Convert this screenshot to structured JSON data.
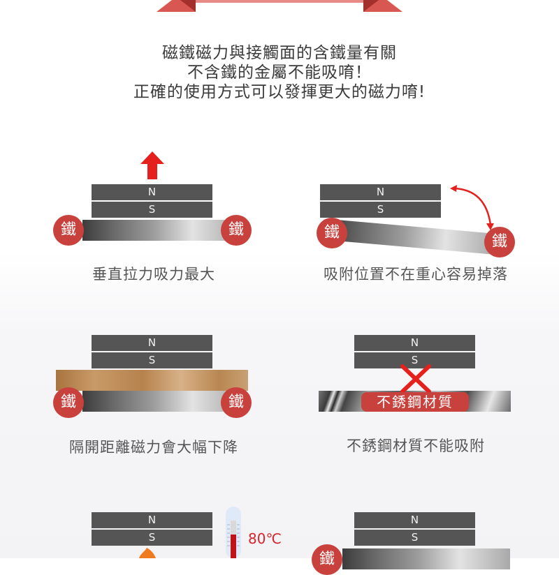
{
  "header": {
    "lines": [
      "磁鐵磁力與接觸面的含鐵量有關",
      "不含鐵的金屬不能吸唷！",
      "正確的使用方式可以發揮更大的磁力唷!"
    ]
  },
  "poles": {
    "north": "N",
    "south": "S"
  },
  "iron_label": "鐵",
  "panels": [
    {
      "caption": "垂直拉力吸力最大"
    },
    {
      "caption": "吸附位置不在重心容易掉落"
    },
    {
      "caption": "隔開距離磁力會大幅下降"
    },
    {
      "caption": "不銹鋼材質不能吸附",
      "material_label": "不銹鋼材質"
    },
    {
      "temperature": "80℃"
    },
    {}
  ],
  "colors": {
    "ribbon": "#d95753",
    "badge": "#c8413c",
    "magnet": "#555555",
    "arrow": "#e5211d",
    "temperature": "#d8232a"
  }
}
